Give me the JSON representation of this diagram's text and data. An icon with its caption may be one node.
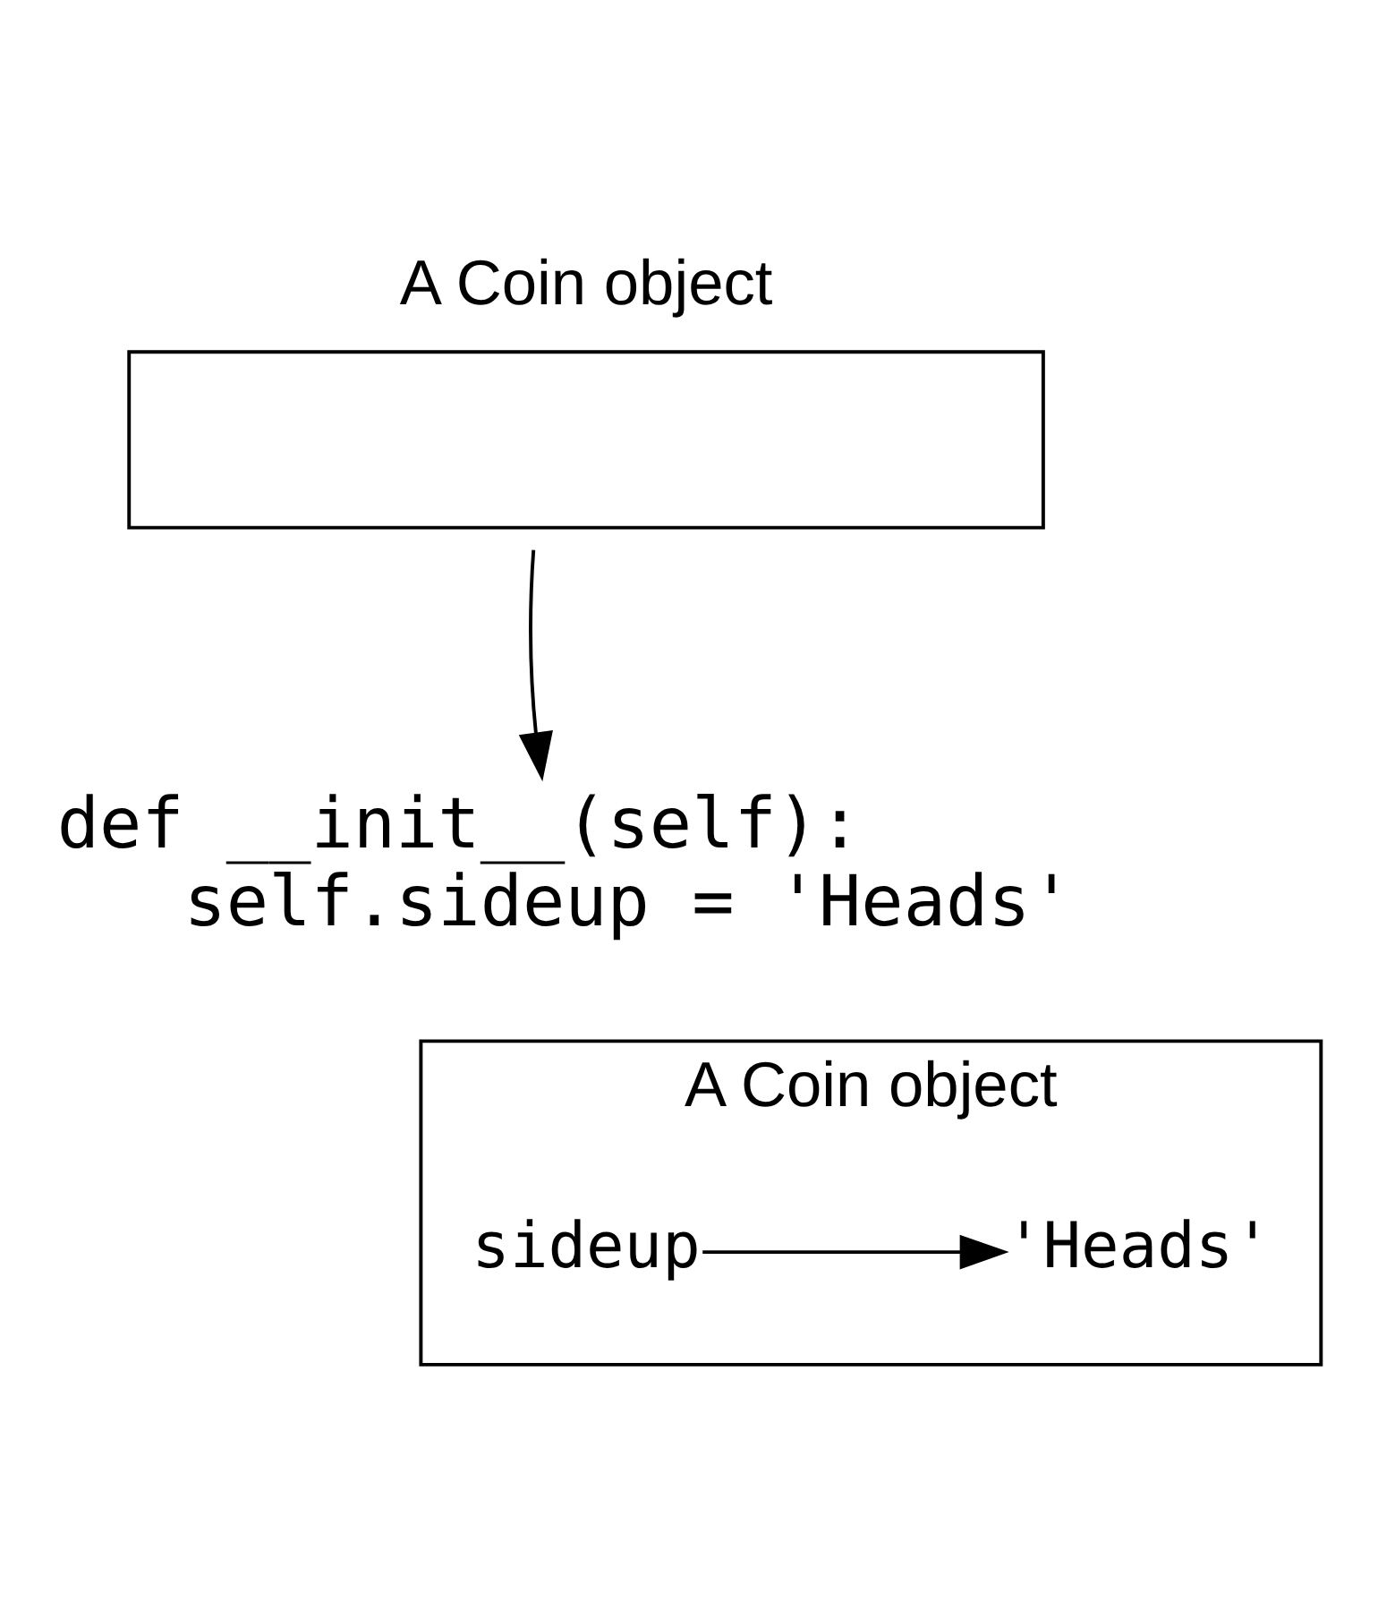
{
  "diagram": {
    "nodes": [
      {
        "text": [
          "A Coin object"
        ]
      },
      {
        "text": [
          "def __init__(self):",
          "self.sideup = 'Heads'"
        ]
      },
      {
        "text": [
          "A Coin object"
        ]
      },
      {
        "text": [
          "sideup"
        ],
        "in": 2
      },
      {
        "text": [
          "'Heads'"
        ],
        "in": 2
      }
    ],
    "edges": [
      {
        "from": 0,
        "to": 1,
        "arrow": "to"
      },
      {
        "from": 3,
        "to": 4,
        "arrow": "to"
      }
    ]
  }
}
